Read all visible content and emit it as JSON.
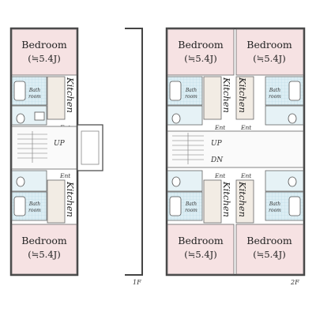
{
  "labels": {
    "kitchen": "Kitchen",
    "bath": "Bath",
    "room": "room",
    "ent": "Ent",
    "up": "UP",
    "dn": "DN"
  },
  "floors": [
    {
      "name": "1F",
      "top": {
        "bedroom": "Bedroom",
        "size": "(≒5.4J)"
      },
      "bottom": {
        "bedroom": "Bedroom",
        "size": "(≒5.4J)"
      }
    },
    {
      "name": "2F",
      "units": [
        {
          "bedroom": "Bedroom",
          "size": "(≒5.4J)"
        },
        {
          "bedroom": "Bedroom",
          "size": "(≒5.4J)"
        },
        {
          "bedroom": "Bedroom",
          "size": "(≒5.4J)"
        },
        {
          "bedroom": "Bedroom",
          "size": "(≒5.4J)"
        }
      ]
    }
  ],
  "colors": {
    "bedroom": "#f6e2e3",
    "wet_area": "#dceef4",
    "wall": "#444444"
  }
}
